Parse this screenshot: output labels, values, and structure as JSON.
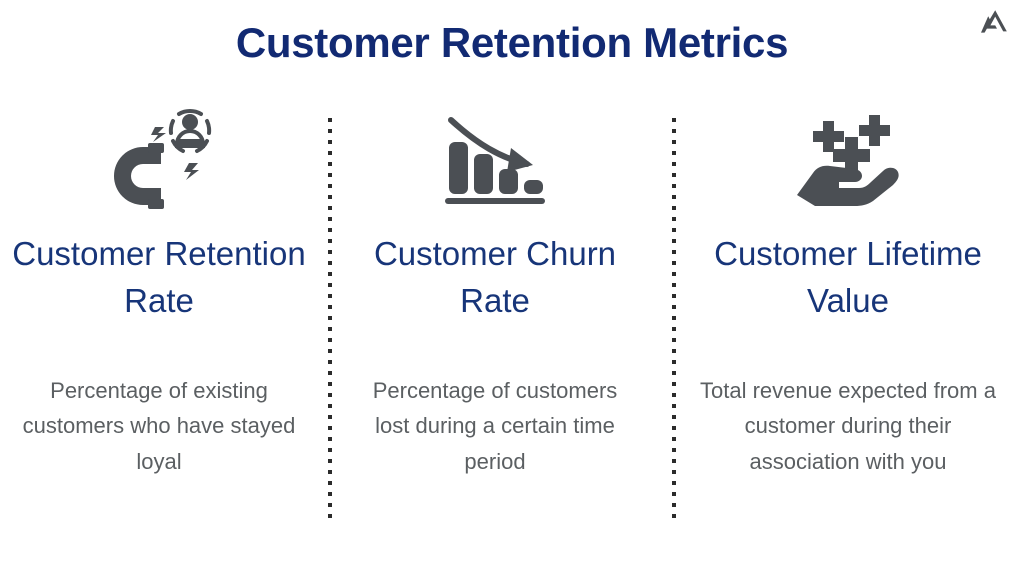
{
  "brand": {
    "logo_icon": "mountain-logo-icon",
    "logo_color": "#4b4f54"
  },
  "header": {
    "title": "Customer Retention Metrics",
    "title_color": "#122a73"
  },
  "theme": {
    "background": "#ffffff",
    "heading_color": "#173579",
    "body_text_color": "#5b5f62",
    "icon_color": "#4b4f54",
    "divider_color": "#2b2b2b"
  },
  "columns": [
    {
      "icon": "magnet-attracting-customer-icon",
      "heading": "Customer Retention Rate",
      "description": "Percentage of existing customers who have stayed loyal"
    },
    {
      "icon": "declining-bar-chart-icon",
      "heading": "Customer Churn Rate",
      "description": "Percentage of customers lost during a certain time period"
    },
    {
      "icon": "hand-with-sparkles-icon",
      "heading": "Customer Lifetime Value",
      "description": "Total revenue expected from a customer during their association with you"
    }
  ],
  "dividers": [
    {
      "name": "divider-1"
    },
    {
      "name": "divider-2"
    }
  ]
}
